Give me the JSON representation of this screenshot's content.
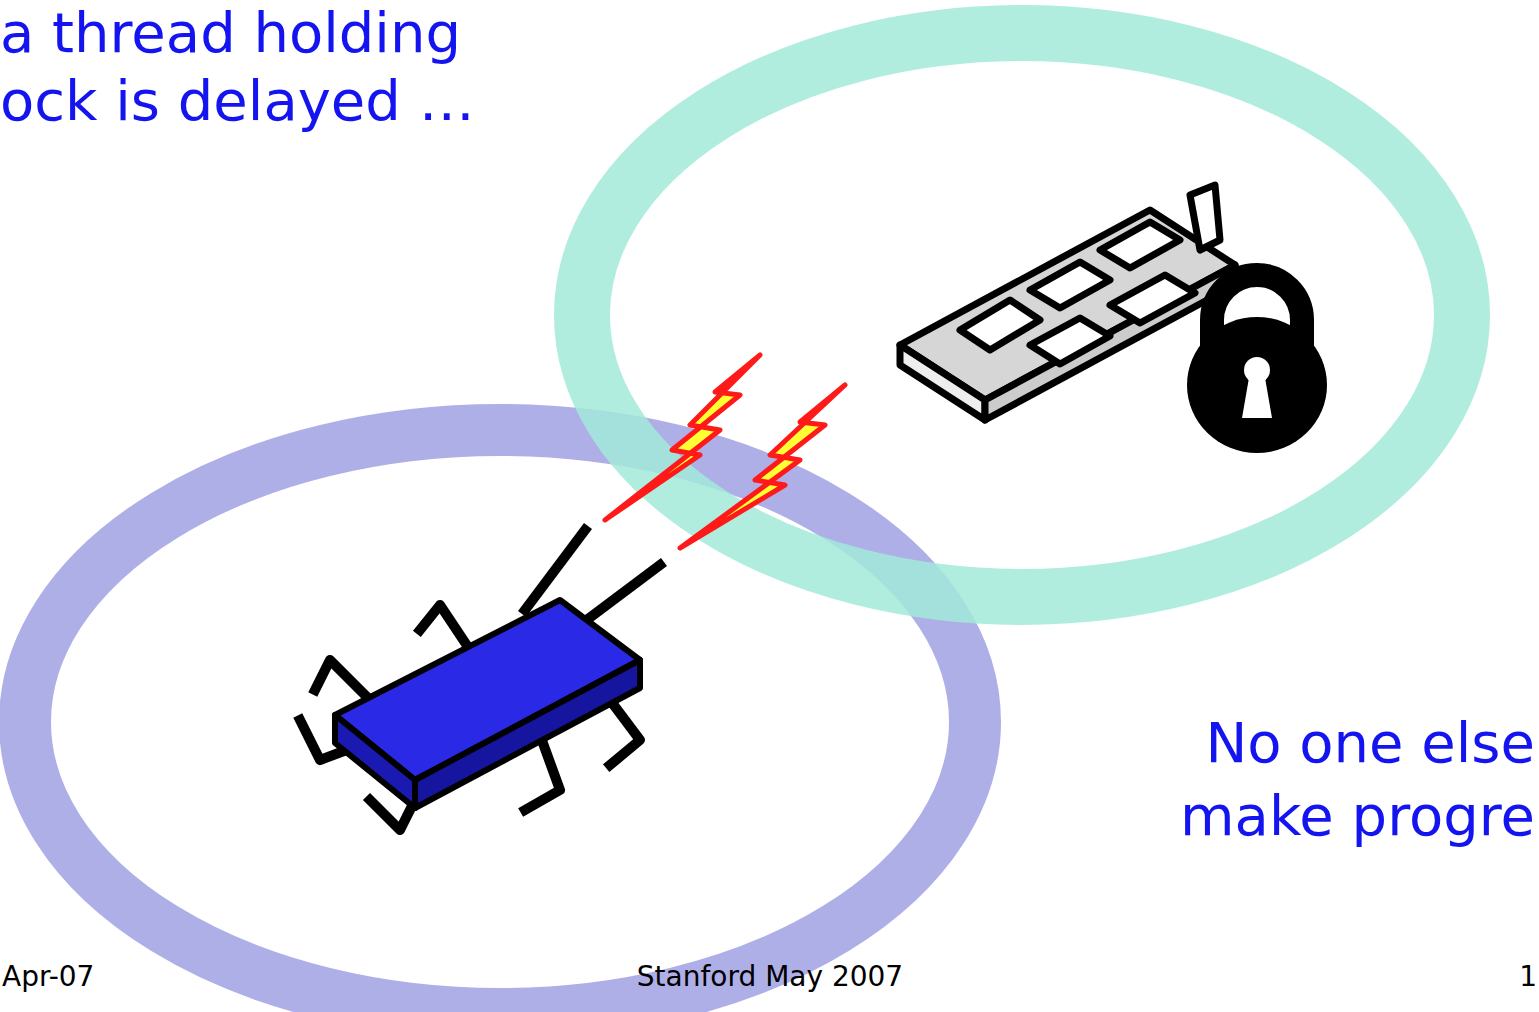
{
  "diagram": {
    "labels": [
      "a thread holding",
      "ock is delayed …",
      "No one else",
      "make progre",
      "Apr-07",
      "Stanford May 2007",
      "1"
    ]
  }
}
